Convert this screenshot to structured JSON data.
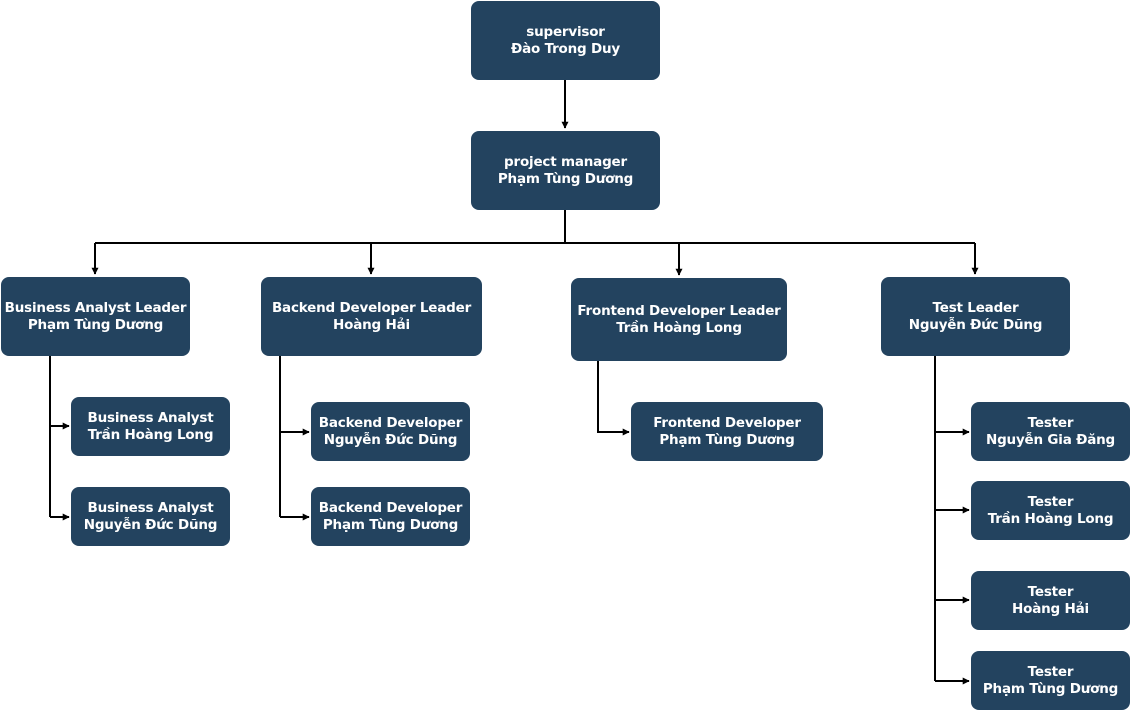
{
  "chart": {
    "supervisor": {
      "role": "supervisor",
      "name": "Đào Trong Duy"
    },
    "project_manager": {
      "role": "project manager",
      "name": "Phạm Tùng Dương"
    },
    "teams": [
      {
        "leader": {
          "role": "Business Analyst Leader",
          "name": "Phạm Tùng Dương"
        },
        "members": [
          {
            "role": "Business Analyst",
            "name": "Trần Hoàng Long"
          },
          {
            "role": "Business Analyst",
            "name": "Nguyễn Đức Dũng"
          }
        ]
      },
      {
        "leader": {
          "role": "Backend Developer Leader",
          "name": "Hoàng Hải"
        },
        "members": [
          {
            "role": "Backend Developer",
            "name": "Nguyễn Đức Dũng"
          },
          {
            "role": "Backend Developer",
            "name": "Phạm Tùng Dương"
          }
        ]
      },
      {
        "leader": {
          "role": "Frontend Developer Leader",
          "name": "Trần Hoàng Long"
        },
        "members": [
          {
            "role": "Frontend Developer",
            "name": "Phạm Tùng Dương"
          }
        ]
      },
      {
        "leader": {
          "role": "Test Leader",
          "name": "Nguyễn Đức Dũng"
        },
        "members": [
          {
            "role": "Tester",
            "name": "Nguyễn Gia Đăng"
          },
          {
            "role": "Tester",
            "name": "Trần Hoàng Long"
          },
          {
            "role": "Tester",
            "name": "Hoàng Hải"
          },
          {
            "role": "Tester",
            "name": "Phạm Tùng Dương"
          }
        ]
      }
    ]
  },
  "colors": {
    "node_fill": "#23435f",
    "node_text": "#ffffff",
    "connector": "#000000",
    "background": "#ffffff"
  }
}
